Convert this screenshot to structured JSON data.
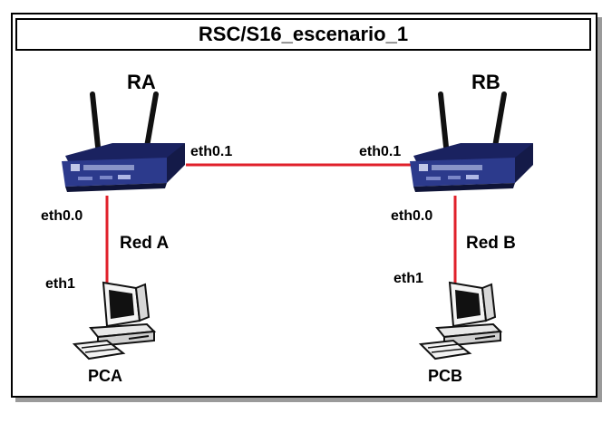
{
  "title": "RSC/S16_escenario_1",
  "colors": {
    "link": "#e0202a",
    "router_body": "#2c3a8c",
    "router_dark": "#1a2260",
    "pc_body": "#ececec",
    "shadow": "#9a9a9a"
  },
  "routers": [
    {
      "name": "RA",
      "icon": "wireless-router-icon"
    },
    {
      "name": "RB",
      "icon": "wireless-router-icon"
    }
  ],
  "computers": [
    {
      "name": "PCA",
      "icon": "desktop-computer-icon"
    },
    {
      "name": "PCB",
      "icon": "desktop-computer-icon"
    }
  ],
  "interfaces": {
    "ra_wan": "eth0.1",
    "rb_wan": "eth0.1",
    "ra_lan": "eth0.0",
    "rb_lan": "eth0.0",
    "pca_if": "eth1",
    "pcb_if": "eth1"
  },
  "networks": {
    "left": "Red A",
    "right": "Red B"
  }
}
